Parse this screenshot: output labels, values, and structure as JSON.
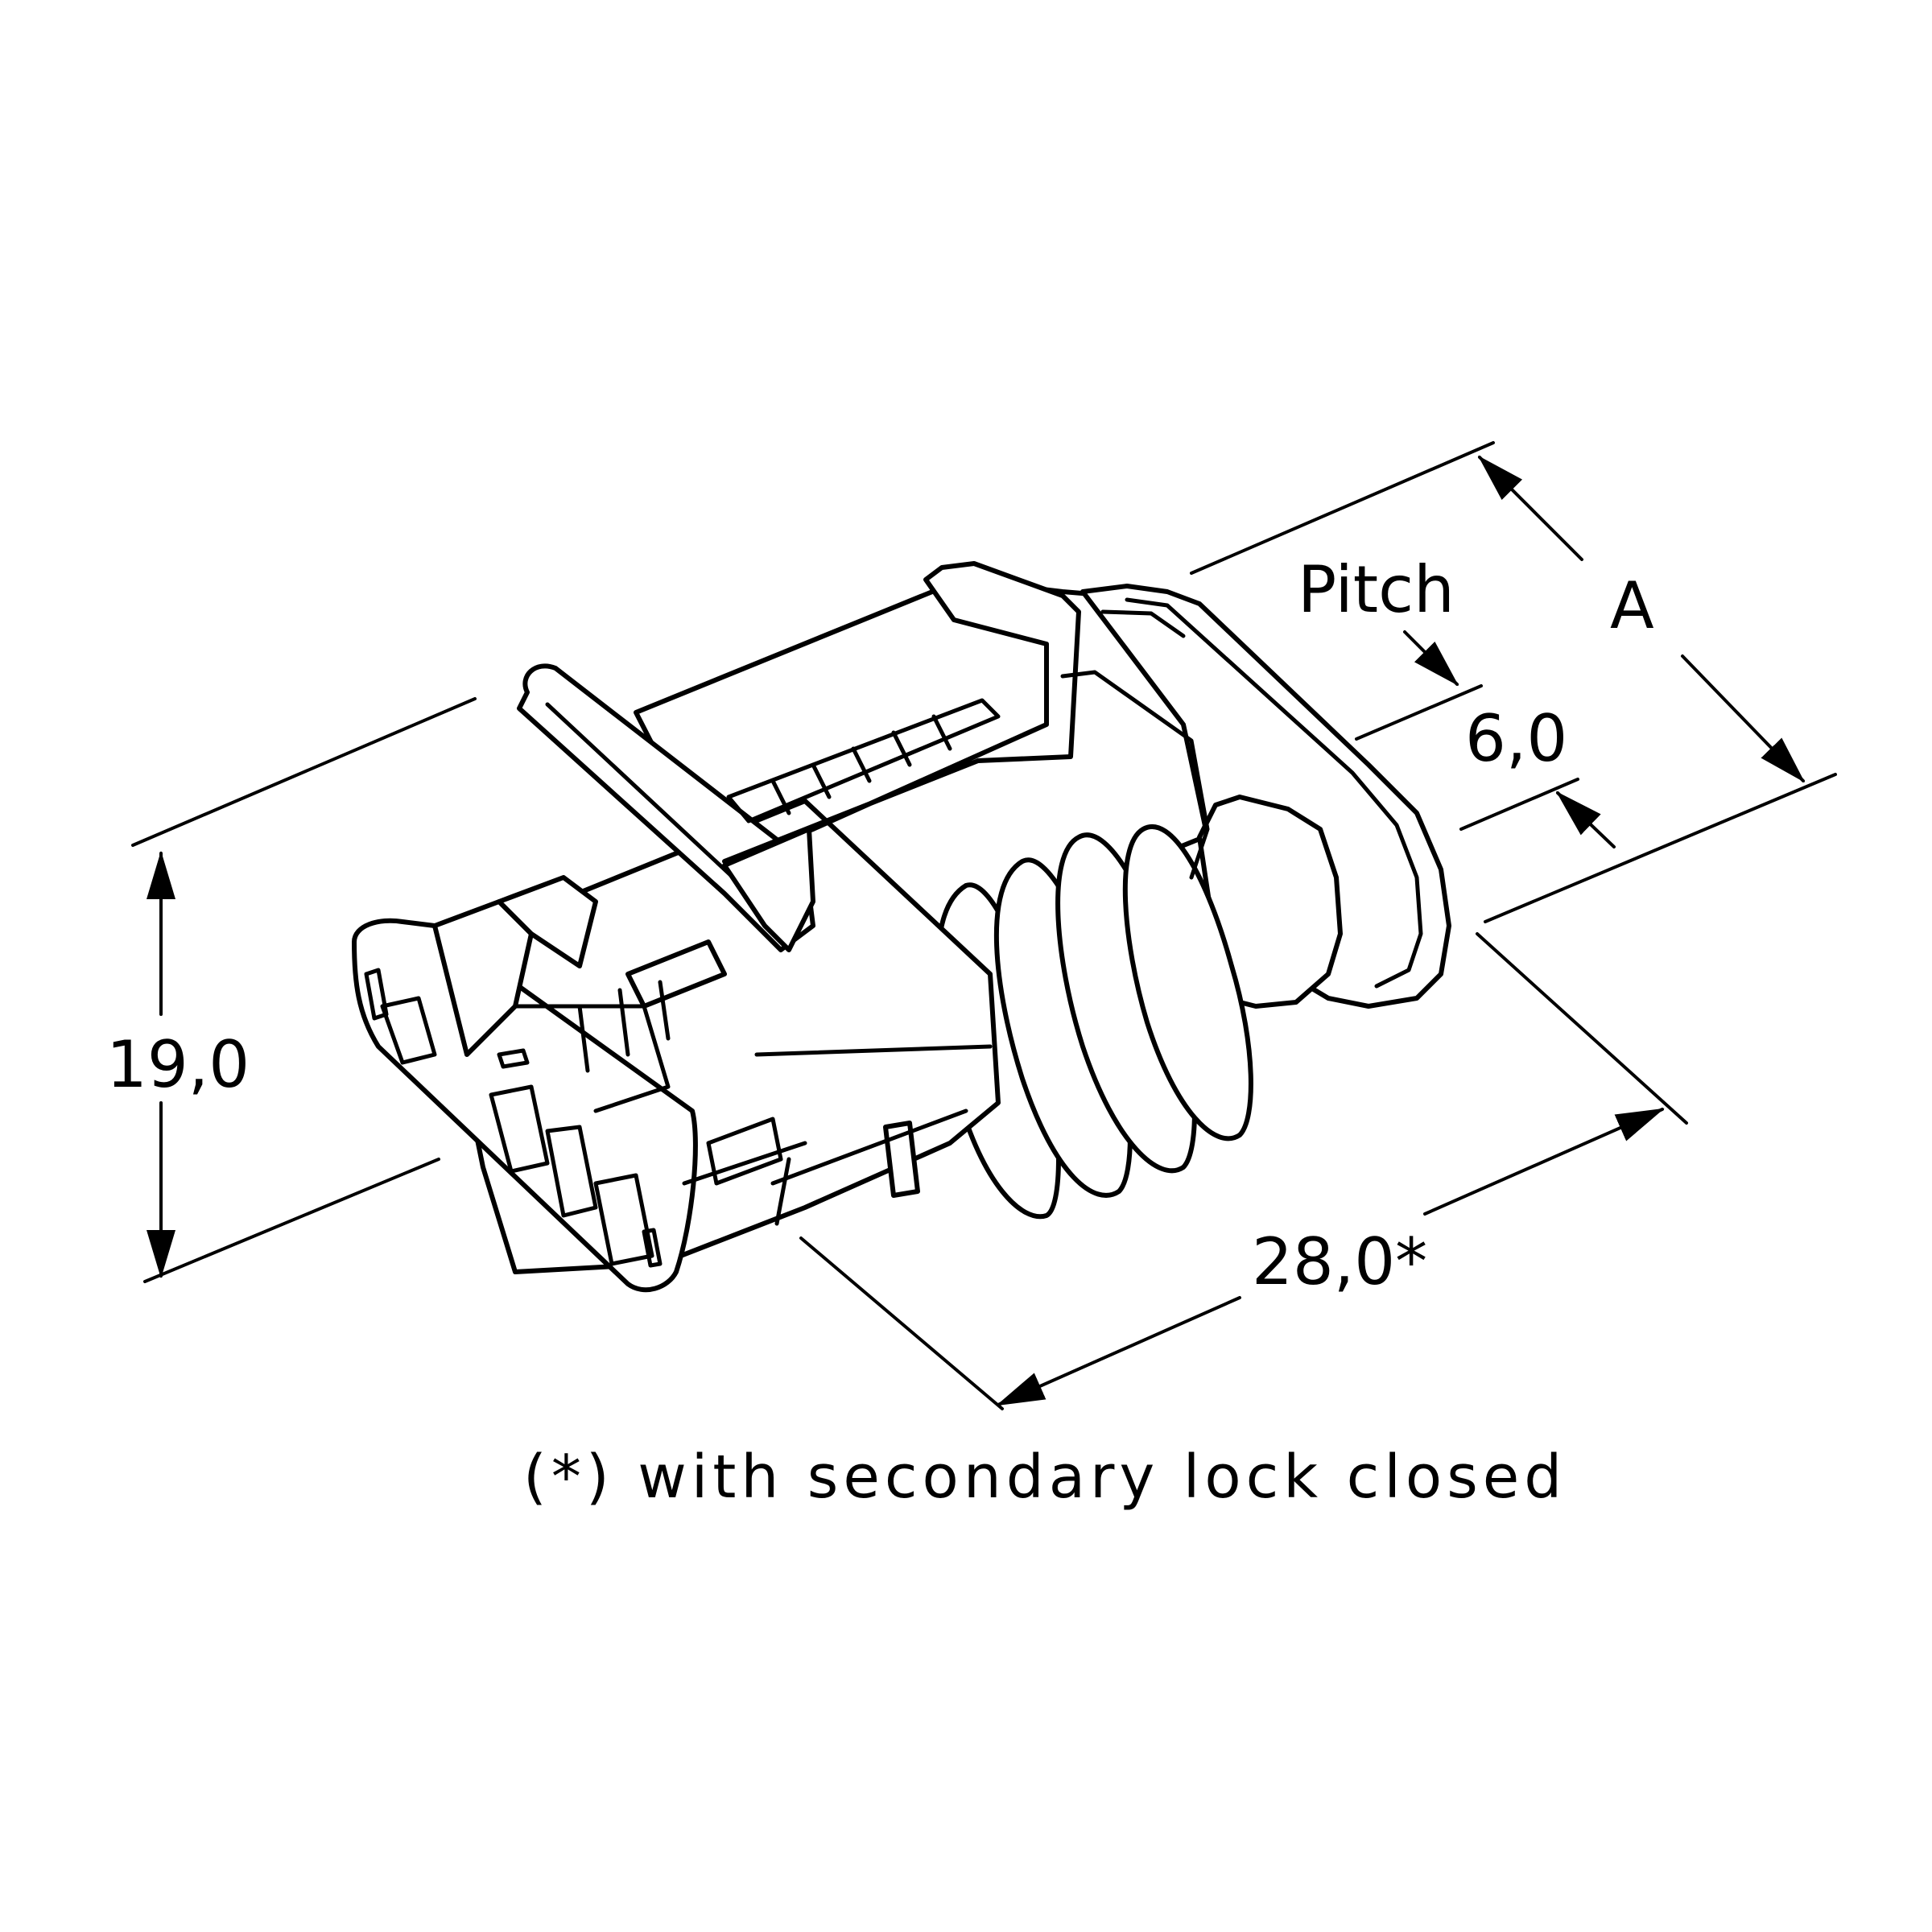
{
  "dimensions": {
    "pitch_label": "Pitch",
    "pitch_value": "6,0",
    "width_label": "A",
    "height_value": "19,0",
    "length_value": "28,0*"
  },
  "footnote": "(*) with secondary lock closed",
  "colors": {
    "line": "#000000",
    "background": "#ffffff"
  }
}
